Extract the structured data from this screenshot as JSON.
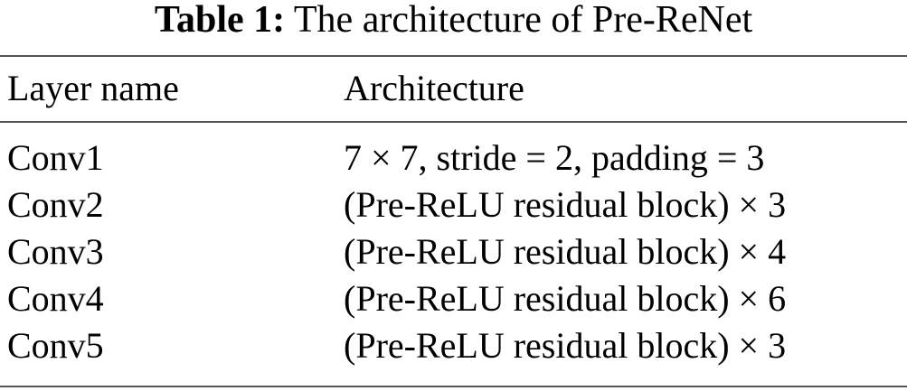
{
  "caption": {
    "label": "Table 1:",
    "text": "The architecture of Pre-ReNet"
  },
  "table": {
    "headers": [
      "Layer name",
      "Architecture"
    ],
    "rows": [
      {
        "layer": "Conv1",
        "architecture": "7 × 7, stride = 2, padding = 3"
      },
      {
        "layer": "Conv2",
        "architecture": "(Pre-ReLU residual block) × 3"
      },
      {
        "layer": "Conv3",
        "architecture": "(Pre-ReLU residual block) × 4"
      },
      {
        "layer": "Conv4",
        "architecture": "(Pre-ReLU residual block) × 6"
      },
      {
        "layer": "Conv5",
        "architecture": "(Pre-ReLU residual block) × 3"
      }
    ]
  }
}
